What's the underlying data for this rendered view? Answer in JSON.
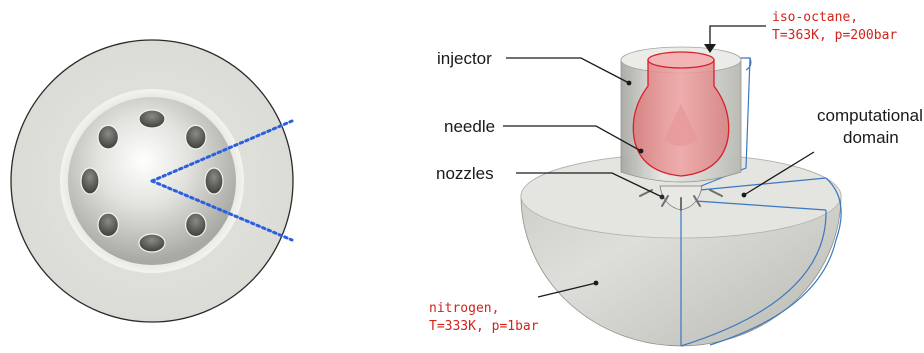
{
  "labels": {
    "injector": "injector",
    "needle": "needle",
    "nozzles": "nozzles",
    "computational_line1": "computational",
    "computational_line2": "domain",
    "fuel_line1": "iso-octane,",
    "fuel_line2": "T=363K, p=200bar",
    "gas_line1": "nitrogen,",
    "gas_line2": "T=333K, p=1bar"
  },
  "colors": {
    "label_text": "#1a1a1a",
    "condition_text": "#d0241d",
    "domain_outline": "#3a78c0",
    "needle_fill": "#e58a8a",
    "needle_outline": "#d81f2a",
    "sector_dots": "#2a5fe0",
    "solid_gray": "#d7d7d2"
  },
  "hole_count": 8
}
